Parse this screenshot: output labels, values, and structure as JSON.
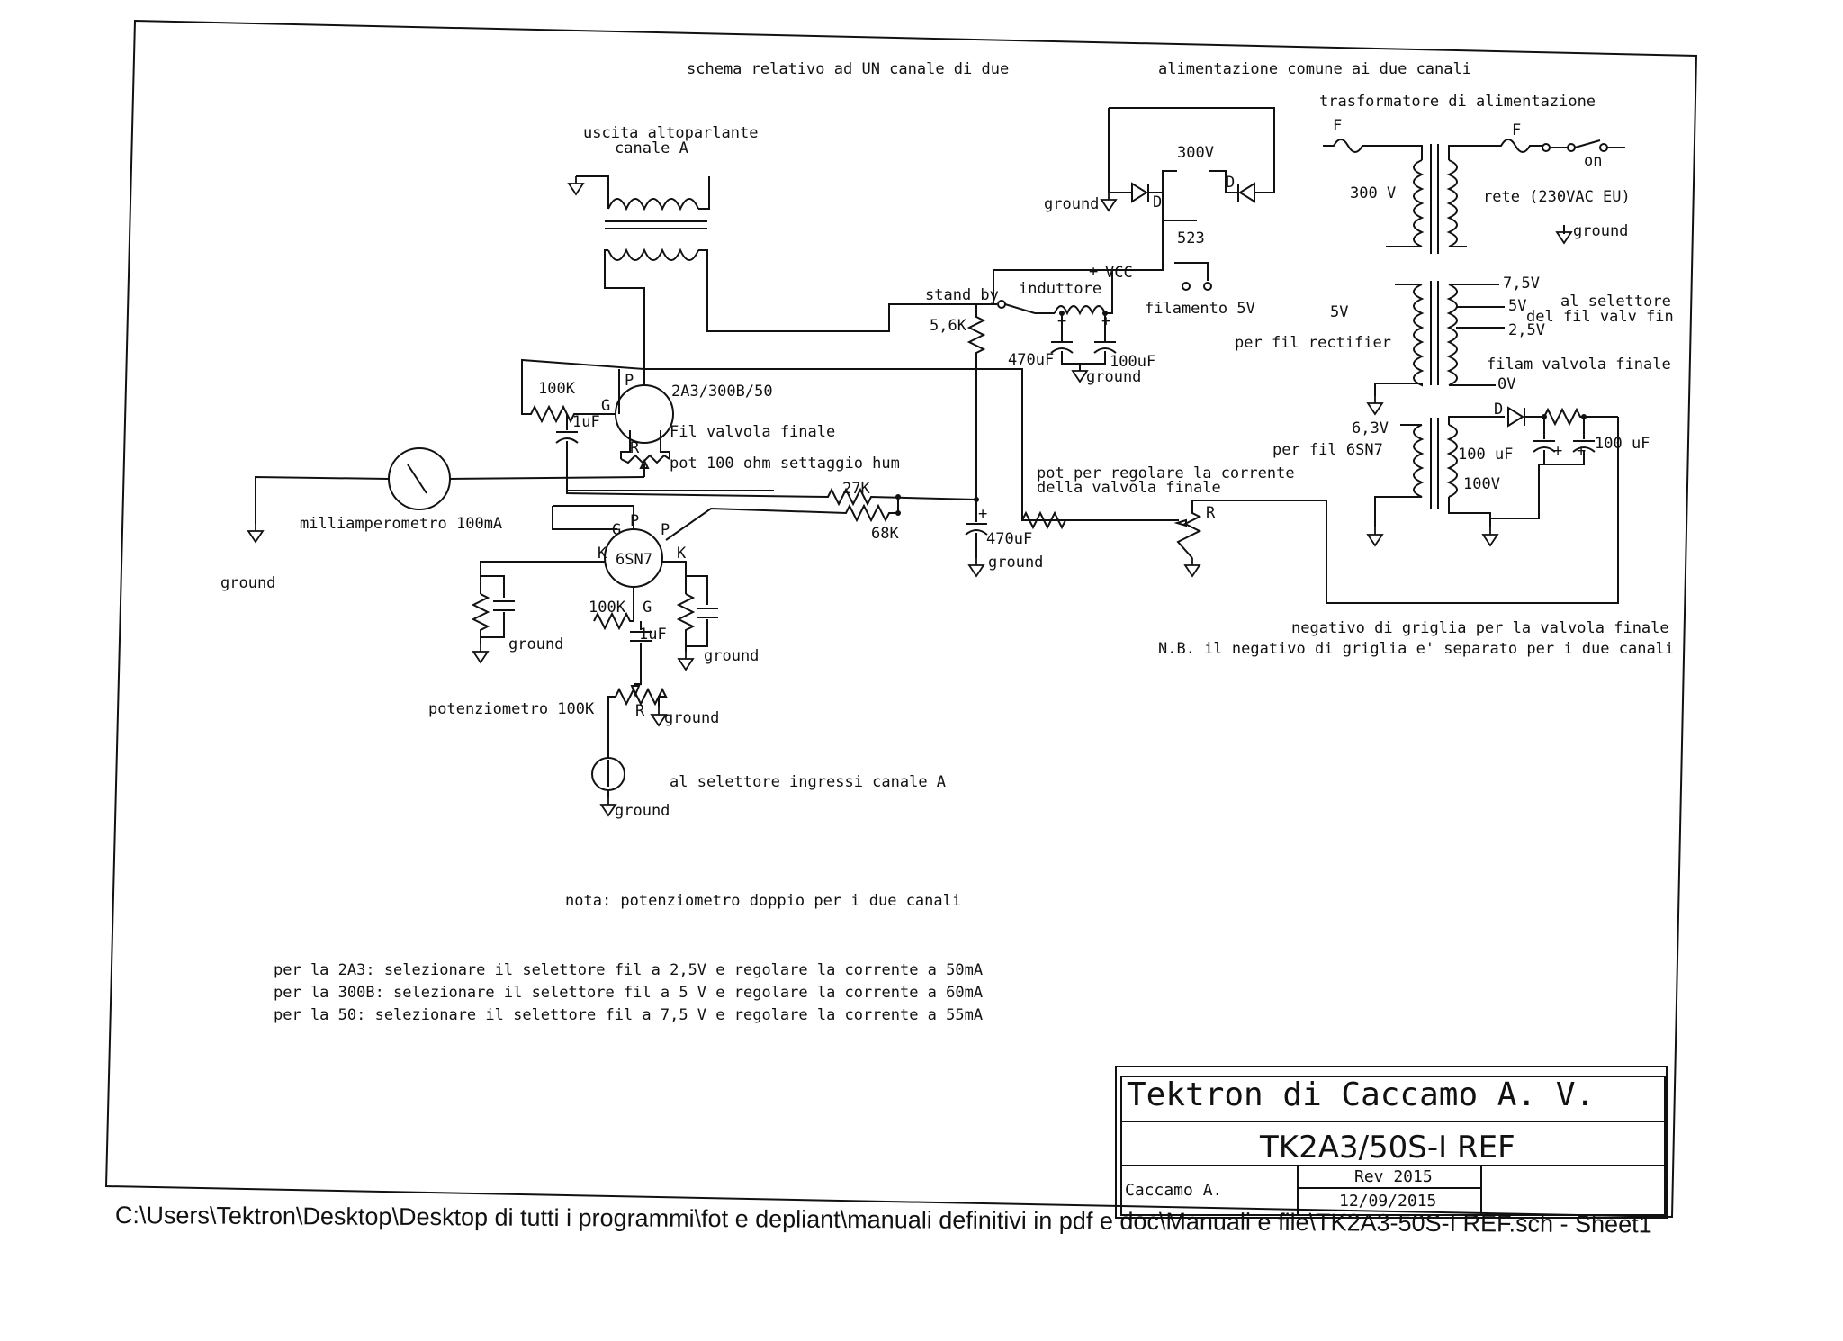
{
  "header": {
    "left_caption": "schema relativo ad UN canale di due",
    "right_caption": "alimentazione comune ai due canali"
  },
  "labels": {
    "speaker_out_1": "uscita altoparlante",
    "speaker_out_2": "canale A",
    "v300": "300V",
    "rect_523": "523",
    "ground": "ground",
    "d": "D",
    "vcc": "VCC",
    "plus": "+",
    "stand_by": "stand by",
    "induttore": "induttore",
    "filamento_5v": "filamento 5V",
    "r_5k6": "5,6K",
    "c_470uf": "470uF",
    "c_100uf": "100uF",
    "tube_final": "2A3/300B/50",
    "fil_valvola_finale": "Fil valvola finale",
    "pot_hum": "pot 100 ohm settaggio hum",
    "r_100k": "100K",
    "c_1uf": "1uF",
    "pin_p": "P",
    "pin_g": "G",
    "pin_k": "K",
    "pin_r": "R",
    "milliamp": "milliamperometro 100mA",
    "r_27k": "27K",
    "r_68k": "68K",
    "tube_driver": "6SN7",
    "potenziometro": "potenziometro 100K",
    "selettore_ingressi": "al selettore ingressi canale A",
    "pot_corrente_1": "pot per regolare la corrente",
    "pot_corrente_2": "della valvola finale",
    "trasformatore": "trasformatore di alimentazione",
    "fuse": "F",
    "on": "on",
    "v300_sec": "300 V",
    "rete": "rete (230VAC EU)",
    "v7_5": "7,5V",
    "v5": "5V",
    "v2_5": "2,5V",
    "v0": "0V",
    "al_selettore_1": "al selettore",
    "al_selettore_2": "del fil valv fin",
    "filam_valvola_finale": "filam valvola finale",
    "v5_rect": "5V",
    "per_fil_rectifier": "per fil rectifier",
    "v6_3": "6,3V",
    "per_fil_6sn7": "per fil 6SN7",
    "c_100uf_sp": "100 uF",
    "c_100_uf": "100 uF",
    "v100": "100V",
    "negativo_1": "negativo di griglia per la valvola finale",
    "negativo_2": "N.B. il negativo di griglia e' separato per i due canali"
  },
  "notes": {
    "nota": "nota: potenziometro doppio per i due canali",
    "line1": "per la 2A3: selezionare il selettore fil a 2,5V e regolare la corrente a 50mA",
    "line2": "per la 300B: selezionare il selettore fil a 5 V e regolare la corrente a 60mA",
    "line3": "per la 50: selezionare il selettore fil a 7,5 V e regolare la corrente a 55mA"
  },
  "title_block": {
    "company": "Tektron di Caccamo A. V.",
    "drawing": "TK2A3/50S-I REF",
    "author": "Caccamo A.",
    "rev": "Rev 2015",
    "date": "12/09/2015"
  },
  "footer": {
    "path": "C:\\Users\\Tektron\\Desktop\\Desktop di tutti i programmi\\fot e depliant\\manuali definitivi in pdf e doc\\Manuali e file\\TK2A3-50S-I REF.sch  -  Sheet1"
  }
}
